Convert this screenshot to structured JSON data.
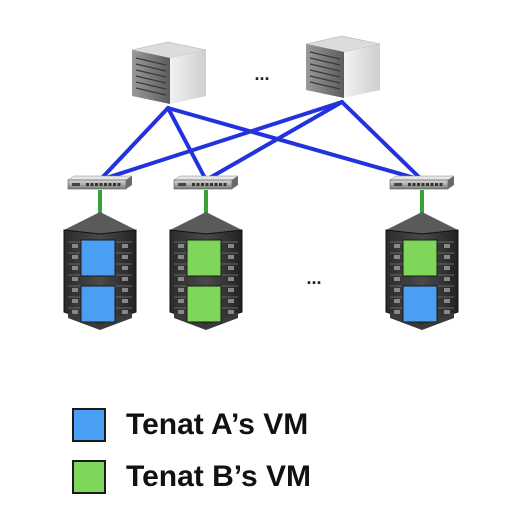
{
  "colors": {
    "tenant_a": "#4a9ff5",
    "tenant_b": "#7fd65a",
    "link_core": "#2233dd",
    "link_access": "#3aa13a"
  },
  "top_ellipsis": "...",
  "rack_ellipsis": "...",
  "core_switches": [
    {
      "icon": "core-switch-icon"
    },
    {
      "icon": "core-switch-icon"
    }
  ],
  "tor_switches": [
    {
      "icon": "tor-switch-icon"
    },
    {
      "icon": "tor-switch-icon"
    },
    {
      "icon": "tor-switch-icon"
    }
  ],
  "racks": [
    {
      "icon": "server-rack-icon",
      "vms": [
        "tenant_a",
        "tenant_a"
      ]
    },
    {
      "icon": "server-rack-icon",
      "vms": [
        "tenant_b",
        "tenant_b"
      ]
    },
    {
      "icon": "server-rack-icon",
      "vms": [
        "tenant_b",
        "tenant_a"
      ]
    }
  ],
  "legend": {
    "tenant_a_label": "Tenat A’s VM",
    "tenant_b_label": "Tenat B’s VM"
  }
}
